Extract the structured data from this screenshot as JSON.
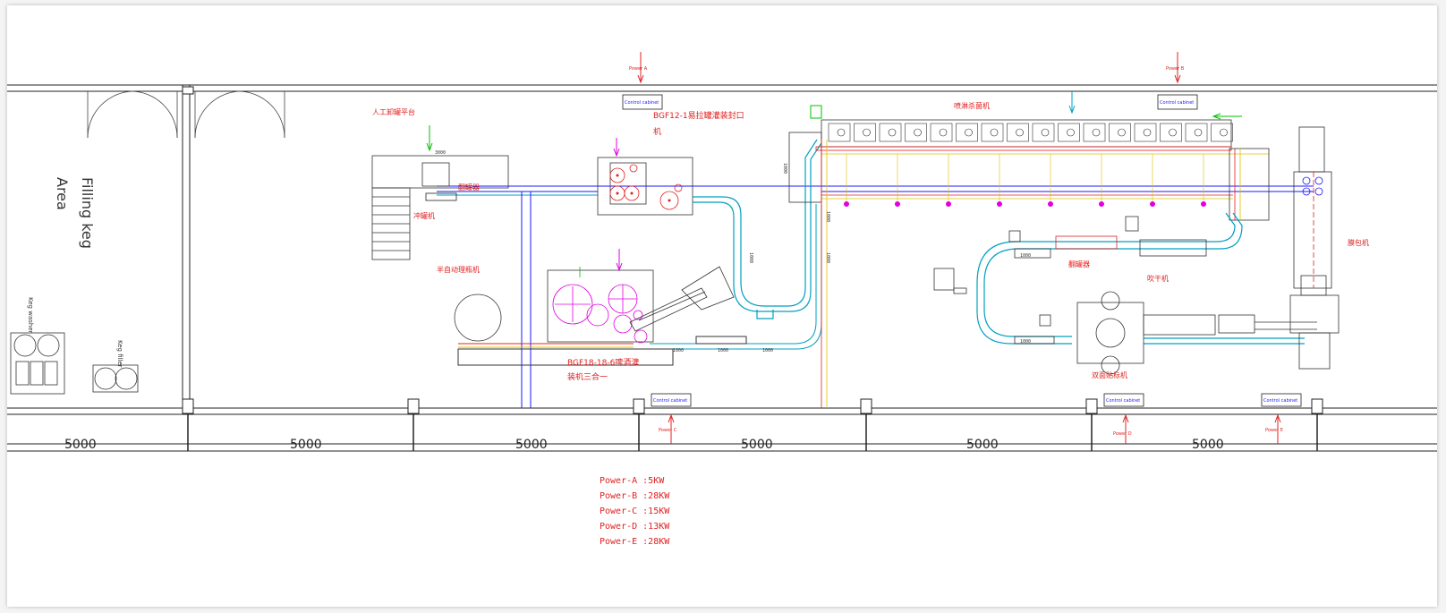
{
  "area": {
    "line1": "Filling keg",
    "line2": "Area"
  },
  "keg_washer": "Keg washer",
  "keg_filler": "Keg filler",
  "dimensions": [
    "5000",
    "5000",
    "5000",
    "5000",
    "5000",
    "5000"
  ],
  "power_arrow_label": {
    "a": "Power A",
    "b": "Power B",
    "c": "Power C",
    "d": "Power D",
    "e": "Power E"
  },
  "control_cabinet": "Control cabinet",
  "machines": {
    "manual_platform": "人工卸罐平台",
    "bcf12": "BGF12-1易拉罐灌装封口",
    "bcf12_2": "机",
    "spray_sterilizer": "喷淋杀菌机",
    "can_warmer_1": "翻罐器",
    "can_rinser": "冲罐机",
    "semi_auto": "半自动理瓶机",
    "bcf18": "BGF18-18-6啤酒灌",
    "bcf18_2": "装机三合一",
    "can_warmer_2": "翻罐器",
    "dryer": "吹干机",
    "labeler": "双面贴标机",
    "wrapper": "膜包机"
  },
  "power_summary": [
    "Power-A :5KW",
    "Power-B :28KW",
    "Power-C :15KW",
    "Power-D :13KW",
    "Power-E :28KW"
  ],
  "small_dims": [
    "3000",
    "1000",
    "1000",
    "1000",
    "1000",
    "1000",
    "1000",
    "1000",
    "1000",
    "1000"
  ],
  "colors": {
    "wall": "#222222",
    "red": "#e02020",
    "blue": "#1a1aff",
    "magenta": "#e000e0",
    "cyan": "#00a0c0",
    "green": "#00c000",
    "yellow": "#e0c000"
  }
}
